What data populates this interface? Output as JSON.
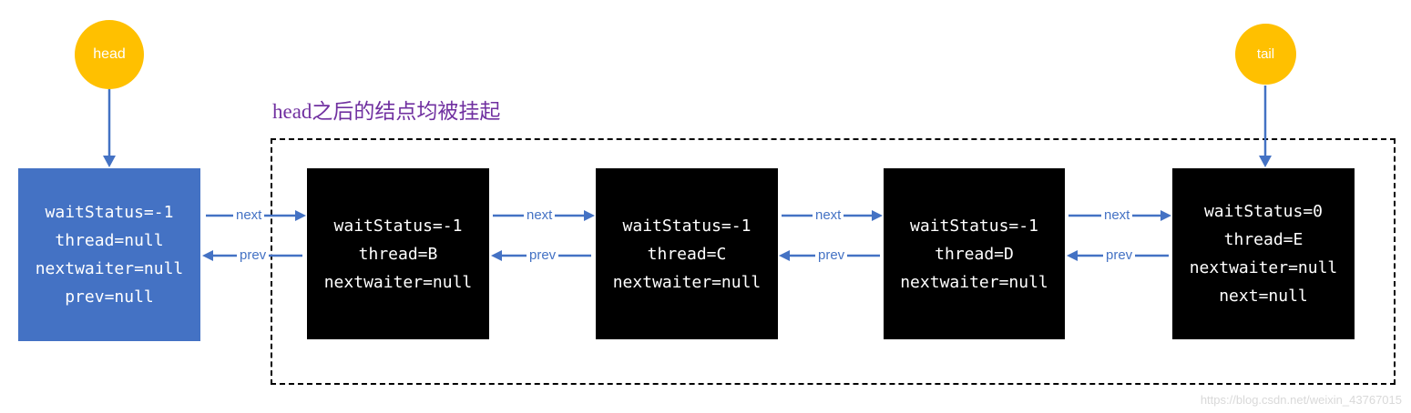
{
  "pointers": {
    "head": "head",
    "tail": "tail"
  },
  "annotation": {
    "text": "head之后的结点均被挂起"
  },
  "edge_labels": {
    "next": "next",
    "prev": "prev"
  },
  "nodes": [
    {
      "name": "head",
      "lines": [
        "waitStatus=-1",
        "thread=null",
        "nextwaiter=null",
        "prev=null"
      ]
    },
    {
      "name": "B",
      "lines": [
        "waitStatus=-1",
        "thread=B",
        "nextwaiter=null"
      ]
    },
    {
      "name": "C",
      "lines": [
        "waitStatus=-1",
        "thread=C",
        "nextwaiter=null"
      ]
    },
    {
      "name": "D",
      "lines": [
        "waitStatus=-1",
        "thread=D",
        "nextwaiter=null"
      ]
    },
    {
      "name": "E",
      "lines": [
        "waitStatus=0",
        "thread=E",
        "nextwaiter=null",
        "next=null"
      ]
    }
  ],
  "watermark": "https://blog.csdn.net/weixin_43767015",
  "colors": {
    "accent_blue": "#4472C4",
    "pointer_gold": "#FFC000",
    "annotation_purple": "#7030A0",
    "node_black": "#000000",
    "node_head_blue": "#4472C4"
  }
}
